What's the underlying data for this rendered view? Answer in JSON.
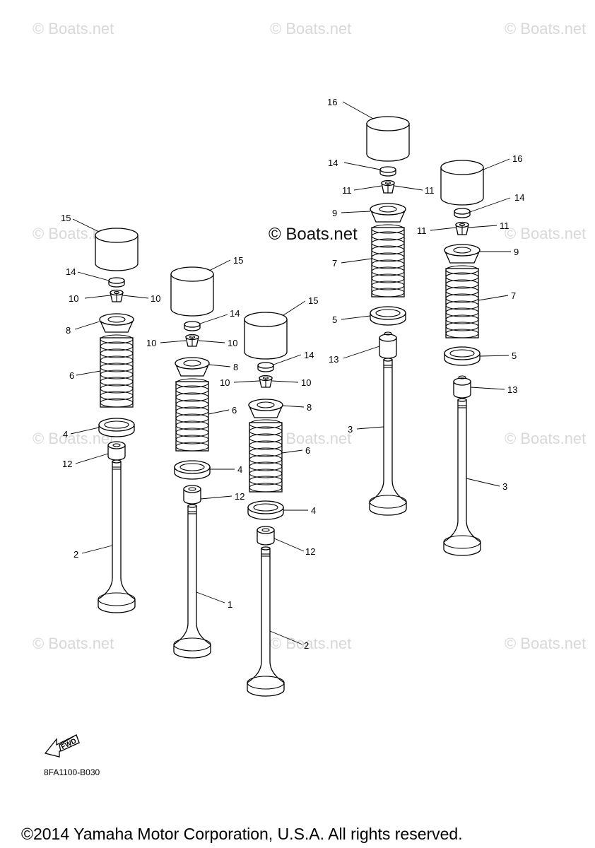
{
  "watermark_text": "© Boats.net",
  "brand_text": "© Boats.net",
  "drawing_code": "8FA1100-B030",
  "fwd_label": "FWD",
  "copyright": "©2014 Yamaha Motor Corporation, U.S.A. All rights reserved.",
  "callouts": {
    "valve_intake": "1",
    "valve_intake_alt": "2",
    "valve_exhaust": "3",
    "spring_seat_intake": "4",
    "spring_seat_exhaust": "5",
    "spring_intake": "6",
    "spring_exhaust": "7",
    "retainer_intake": "8",
    "retainer_exhaust": "9",
    "cotter_intake": "10",
    "cotter_exhaust": "11",
    "stem_seal_intake": "12",
    "stem_seal_exhaust": "13",
    "pad": "14",
    "lifter_intake": "15",
    "lifter_exhaust": "16"
  }
}
